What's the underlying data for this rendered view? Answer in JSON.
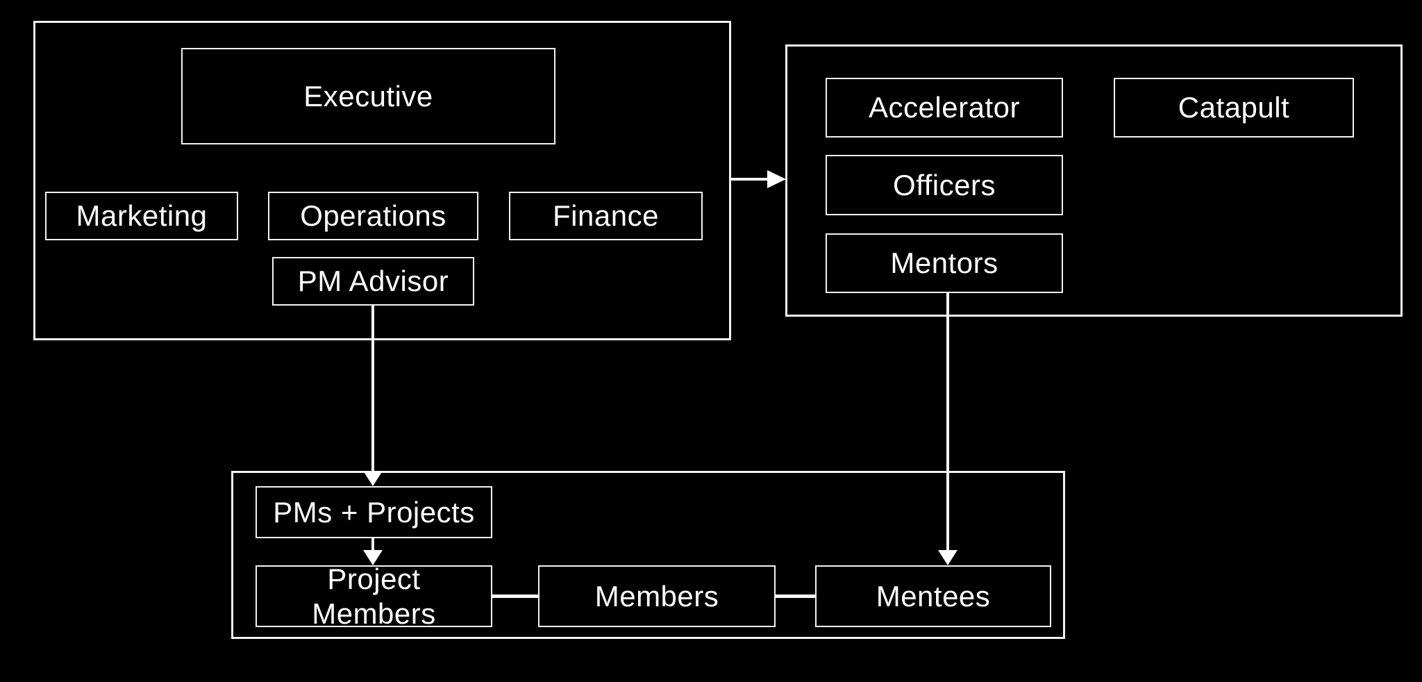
{
  "canvas": {
    "background_color": "#000000",
    "border_color": "#f2f2f2",
    "text_color": "#ffffff",
    "arrow_color": "#ffffff"
  },
  "diagram": {
    "kind": "organization-chart",
    "groups": [
      {
        "id": "executive-group",
        "contains": [
          "executive",
          "marketing",
          "operations",
          "finance",
          "pm_advisor"
        ]
      },
      {
        "id": "mentorship-group",
        "contains": [
          "accelerator",
          "catapult",
          "officers",
          "mentors"
        ]
      },
      {
        "id": "members-group",
        "contains": [
          "pms_projects",
          "project_members",
          "members",
          "mentees"
        ]
      }
    ],
    "nodes": {
      "executive": {
        "label": "Executive"
      },
      "marketing": {
        "label": "Marketing"
      },
      "operations": {
        "label": "Operations"
      },
      "finance": {
        "label": "Finance"
      },
      "pm_advisor": {
        "label": "PM Advisor"
      },
      "accelerator": {
        "label": "Accelerator"
      },
      "catapult": {
        "label": "Catapult"
      },
      "officers": {
        "label": "Officers"
      },
      "mentors": {
        "label": "Mentors"
      },
      "pms_projects": {
        "label": "PMs + Projects"
      },
      "project_members": {
        "label": "Project\nMembers"
      },
      "members": {
        "label": "Members"
      },
      "mentees": {
        "label": "Mentees"
      }
    },
    "edges": [
      {
        "from": "executive-group",
        "to": "mentorship-group",
        "style": "arrow-right"
      },
      {
        "from": "pm_advisor",
        "to": "pms_projects",
        "style": "arrow-down"
      },
      {
        "from": "pms_projects",
        "to": "project_members",
        "style": "arrow-down"
      },
      {
        "from": "mentors",
        "to": "mentees",
        "style": "arrow-down"
      },
      {
        "from": "project_members",
        "to": "members",
        "style": "plain-line"
      },
      {
        "from": "members",
        "to": "mentees",
        "style": "plain-line"
      }
    ]
  }
}
